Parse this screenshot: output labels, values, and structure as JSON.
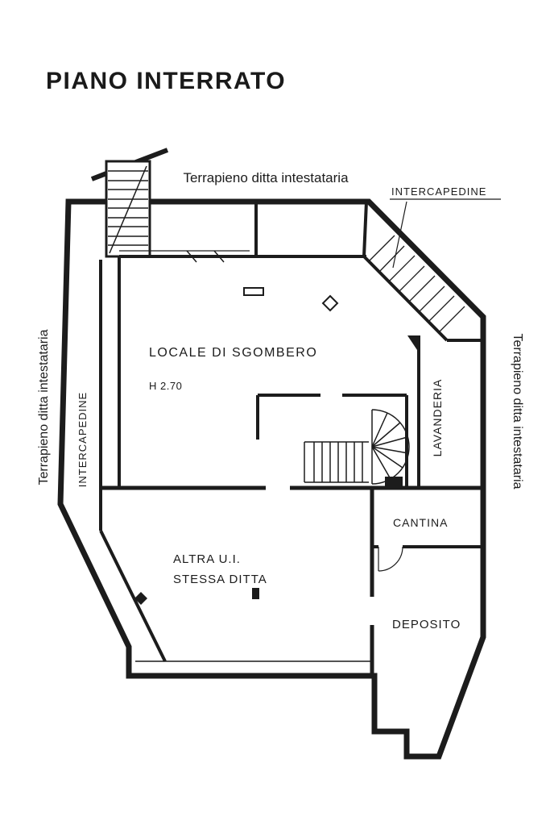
{
  "title": "PIANO INTERRATO",
  "colors": {
    "ink": "#1c1c1c",
    "background": "#ffffff"
  },
  "labels": {
    "terrapieno_top": "Terrapieno ditta intestataria",
    "intercapedine_top": "INTERCAPEDINE",
    "terrapieno_left": "Terrapieno ditta intestataria",
    "intercapedine_left": "INTERCAPEDINE",
    "terrapieno_right": "Terrapieno ditta intestataria",
    "locale": "LOCALE DI SGOMBERO",
    "height": "H 2.70",
    "lavanderia": "LAVANDERIA",
    "cantina": "CANTINA",
    "deposito": "DEPOSITO",
    "altra_line1": "ALTRA U.I.",
    "altra_line2": "STESSA DITTA"
  }
}
